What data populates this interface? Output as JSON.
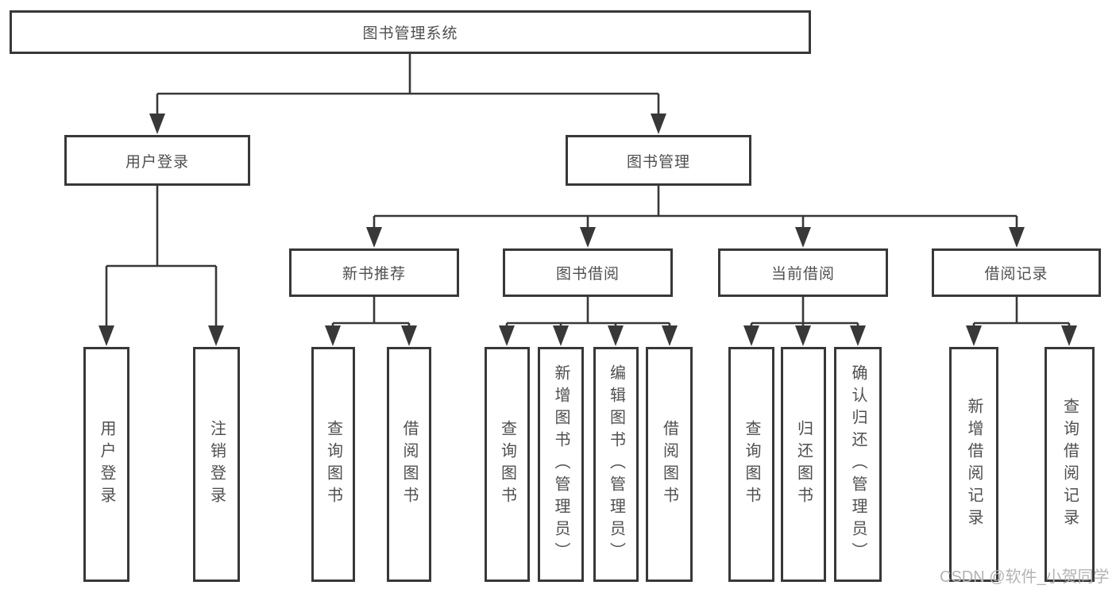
{
  "diagram": {
    "root": "图书管理系统",
    "branches": [
      {
        "label": "用户登录",
        "leaves": [
          "用户登录",
          "注销登录"
        ]
      },
      {
        "label": "图书管理",
        "groups": [
          {
            "label": "新书推荐",
            "leaves": [
              "查询图书",
              "借阅图书"
            ]
          },
          {
            "label": "图书借阅",
            "leaves": [
              "查询图书",
              "新增图书（管理员）",
              "编辑图书（管理员）",
              "借阅图书"
            ]
          },
          {
            "label": "当前借阅",
            "leaves": [
              "查询图书",
              "归还图书",
              "确认归还（管理员）"
            ]
          },
          {
            "label": "借阅记录",
            "leaves": [
              "新增借阅记录",
              "查询借阅记录"
            ]
          }
        ]
      }
    ]
  },
  "watermark": "CSDN @软件_小贺同学",
  "colors": {
    "line": "#383838",
    "text": "#4f4f4f",
    "watermark": "#b3b3b3",
    "background": "#ffffff"
  }
}
